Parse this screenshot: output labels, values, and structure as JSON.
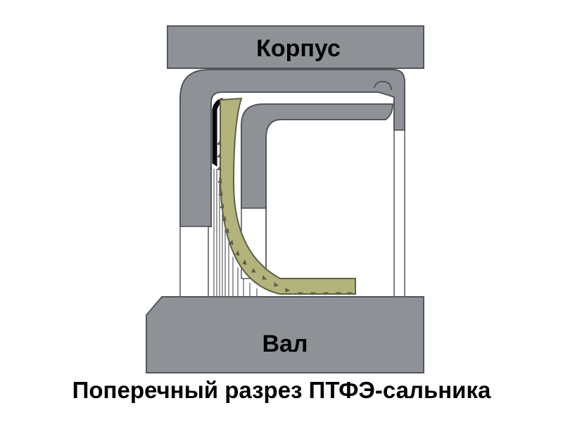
{
  "diagram": {
    "housing_label": "Корпус",
    "shaft_label": "Вал",
    "caption": "Поперечный разрез ПТФЭ-сальника"
  },
  "colors": {
    "metal": "#8e9296",
    "metal_dark": "#53575c",
    "ptfe": "#b3b37c",
    "ptfe_edge": "#5f6049",
    "black_seal": "#0c0c0c",
    "background": "#ffffff"
  }
}
